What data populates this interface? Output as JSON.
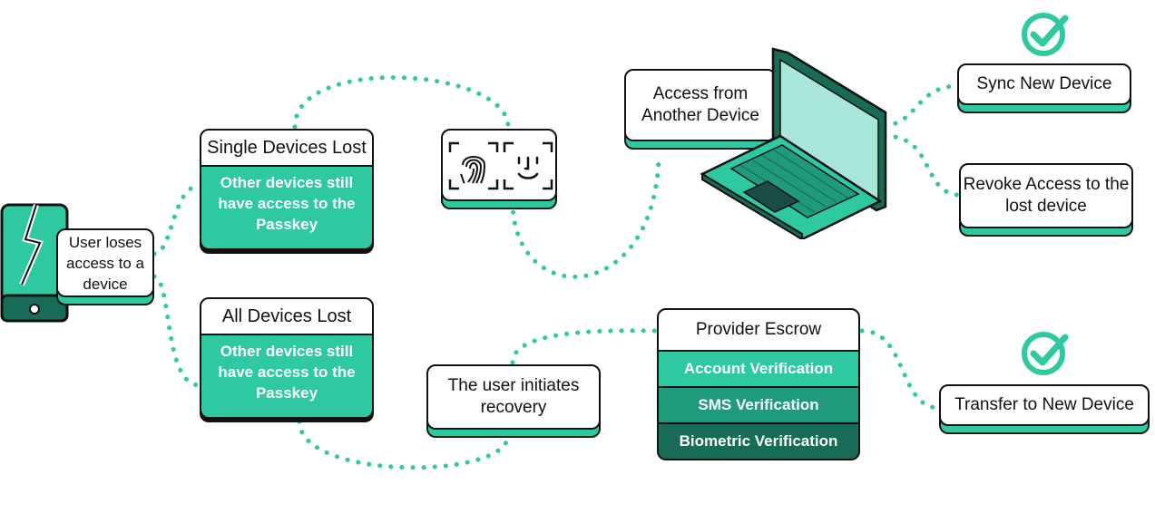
{
  "nodes": {
    "user_loses": "User loses access to a device",
    "single_lost": {
      "title": "Single Devices Lost",
      "body": "Other devices still have access to the Passkey"
    },
    "all_lost": {
      "title": "All Devices Lost",
      "body": "Other devices still have access to the Passkey"
    },
    "access_other": "Access from Another Device",
    "sync_new": "Sync New Device",
    "revoke": "Revoke Access to the lost device",
    "initiates_recovery": "The user initiates recovery",
    "provider_escrow": {
      "title": "Provider Escrow",
      "steps": [
        "Account Verification",
        "SMS Verification",
        "Biometric Verification"
      ]
    },
    "transfer": "Transfer to New Device"
  },
  "icons": [
    "broken-phone-icon",
    "fingerprint-icon",
    "face-id-icon",
    "laptop-icon",
    "checkmark-icon"
  ],
  "colors": {
    "accent": "#2ec9a0",
    "accent_mid": "#1f9b7c",
    "accent_dark": "#176b57",
    "outline": "#111111"
  }
}
